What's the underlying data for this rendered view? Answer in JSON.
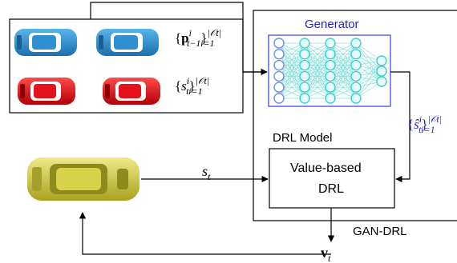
{
  "generator": {
    "label": "Generator",
    "color": "#2222cc",
    "net_node_color": "#3fd1c6",
    "net_edge_color": "#7fe3da"
  },
  "drl_model": {
    "label": "DRL Model",
    "box_line1": "Value-based",
    "box_line2": "DRL"
  },
  "gan_drl_label": "GAN-DRL",
  "equations": {
    "positions": {
      "open": "{",
      "var": "p",
      "sup": "i",
      "sub": "t−1",
      "close": "}",
      "limit_sup": "|𝒪t|",
      "limit_sub": "i=1"
    },
    "states": {
      "open": "{",
      "var": "s",
      "sup": "i",
      "sub": "t",
      "close": "}",
      "limit_sup": "|𝒪t|",
      "limit_sub": "i=1"
    },
    "generated_states": {
      "open": "{",
      "var": "ŝ",
      "sup": "i",
      "sub": "t",
      "close": "}",
      "limit_sup": "|𝒪t|",
      "limit_sub": "i=1"
    },
    "ego_state": {
      "var": "s",
      "sub": "t"
    },
    "action": {
      "var": "v",
      "sub": "t"
    }
  },
  "vehicles": {
    "surrounding": [
      {
        "name": "blue-car",
        "color": "#2f8fd0"
      },
      {
        "name": "blue-car",
        "color": "#2f8fd0"
      },
      {
        "name": "red-car",
        "color": "#e4121c"
      },
      {
        "name": "red-car",
        "color": "#e4121c"
      }
    ],
    "ego": {
      "name": "yellow-car",
      "color": "#d8d24a"
    }
  }
}
